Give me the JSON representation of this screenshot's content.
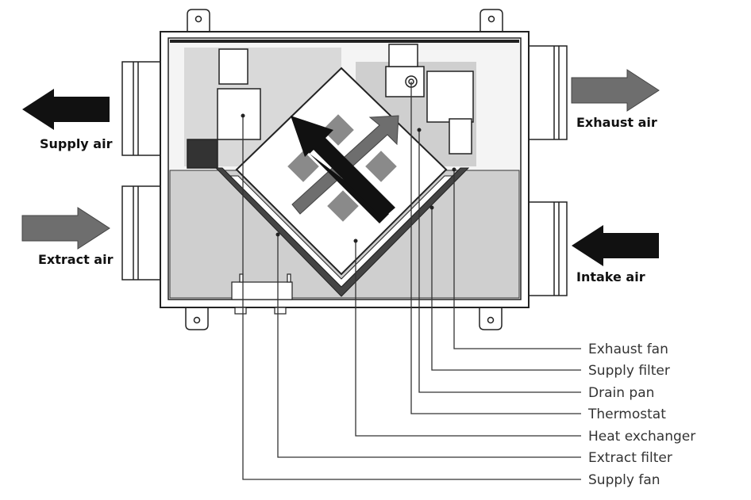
{
  "airflows": {
    "supply_air": "Supply air",
    "extract_air": "Extract air",
    "exhaust_air": "Exhaust air",
    "intake_air": "Intake air"
  },
  "callouts": [
    "Exhaust fan",
    "Supply filter",
    "Drain pan",
    "Thermostat",
    "Heat exchanger",
    "Extract filter",
    "Supply fan"
  ],
  "colors": {
    "dark_arrow": "#111111",
    "grey_arrow": "#6e6e6e",
    "housing_fill": "#cfcfcf",
    "exchanger_fill": "#ffffff"
  }
}
